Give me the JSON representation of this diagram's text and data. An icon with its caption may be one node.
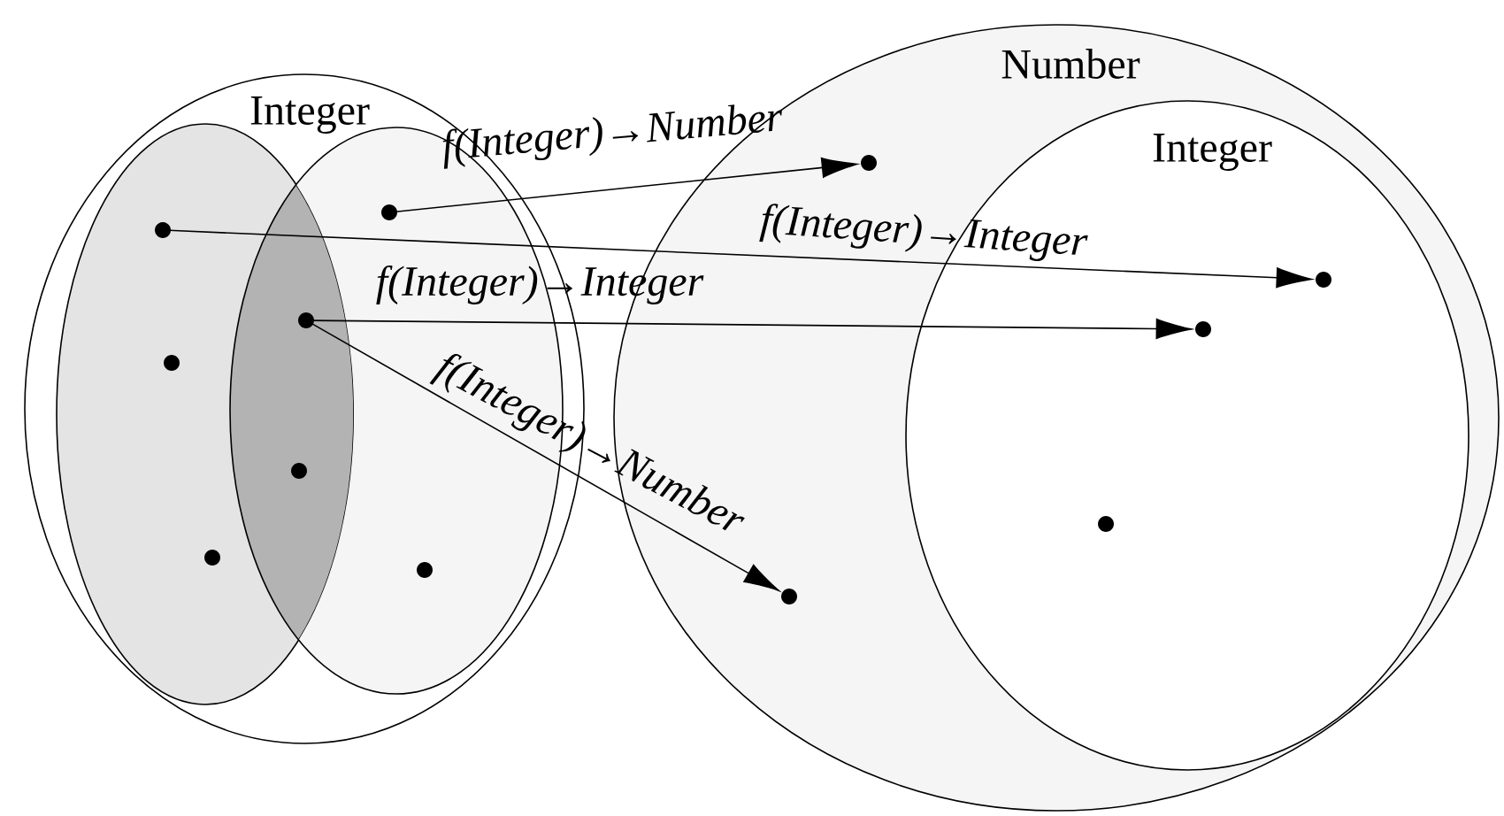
{
  "diagram": {
    "nodes": [
      {
        "text": [
          "Integer"
        ]
      },
      {
        "text": [],
        "shape": "ellipse",
        "in": 0
      },
      {
        "text": [],
        "shape": "ellipse",
        "in": 0
      },
      {
        "text": [],
        "shape": "circle",
        "in": 1
      },
      {
        "text": [],
        "shape": "circle",
        "in": 1
      },
      {
        "text": [],
        "shape": "circle",
        "in": 1
      },
      {
        "text": [],
        "shape": "circle"
      },
      {
        "text": [],
        "shape": "circle"
      },
      {
        "text": [],
        "shape": "circle",
        "in": 2
      },
      {
        "text": [],
        "shape": "circle",
        "in": 2
      },
      {
        "text": [
          "Number"
        ]
      },
      {
        "text": [
          "Integer"
        ],
        "in": 10
      },
      {
        "text": [],
        "shape": "circle",
        "in": 10
      },
      {
        "text": [],
        "shape": "circle",
        "in": 11
      },
      {
        "text": [],
        "shape": "circle",
        "in": 11
      },
      {
        "text": [],
        "shape": "circle",
        "in": 11
      },
      {
        "text": [],
        "shape": "circle",
        "in": 10
      }
    ],
    "edges": [
      {
        "from": 8,
        "to": 12,
        "arrow": "to",
        "label": "f(Integer)→Number"
      },
      {
        "from": 3,
        "to": 13,
        "arrow": "to",
        "label": "f(Integer)→Integer"
      },
      {
        "from": 6,
        "to": 14,
        "arrow": "to",
        "label": "f(Integer)→Integer"
      },
      {
        "from": 6,
        "to": 16,
        "arrow": "to",
        "label": "f(Integer)→Number"
      }
    ]
  }
}
